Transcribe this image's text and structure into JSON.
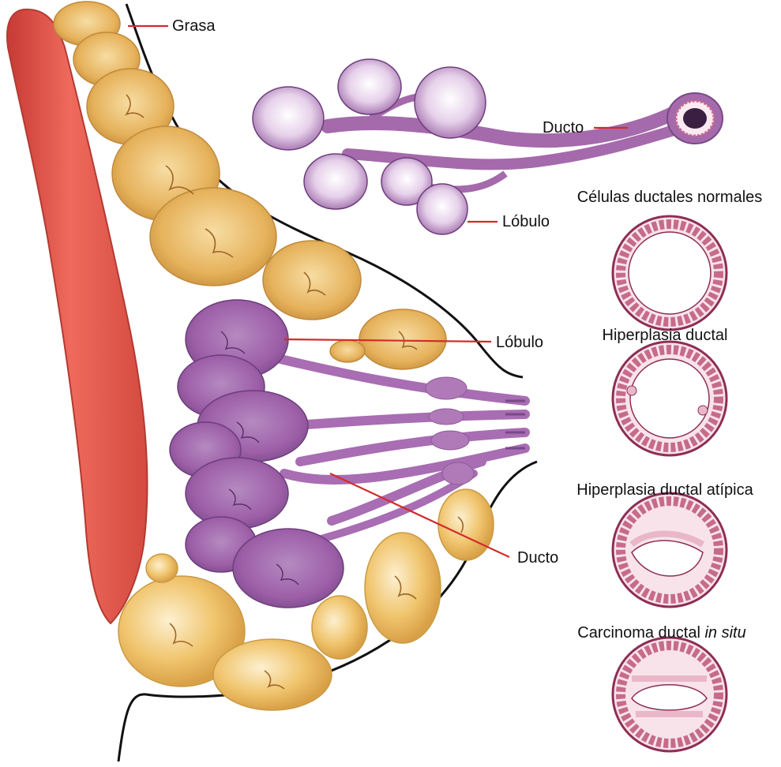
{
  "labels": {
    "fat": "Grasa",
    "duct_top": "Ducto",
    "lobule_top": "Lóbulo",
    "lobule_mid": "Lóbulo",
    "duct_bottom": "Ducto"
  },
  "stages": [
    {
      "caption": "Células ductales normales",
      "caption_italic": ""
    },
    {
      "caption": "Hiperplasia ductal",
      "caption_italic": ""
    },
    {
      "caption": "Hiperplasia ductal atípica",
      "caption_italic": ""
    },
    {
      "caption": "Carcinoma ductal ",
      "caption_italic": "in situ"
    }
  ],
  "colors": {
    "leader_line": "#d42a2a",
    "muscle": "#e2574c",
    "fat": "#e8b865",
    "lobule": "#a56aab",
    "duct": "#b07ab8",
    "outline": "#111111",
    "cell_ring": "#c66b8a"
  }
}
